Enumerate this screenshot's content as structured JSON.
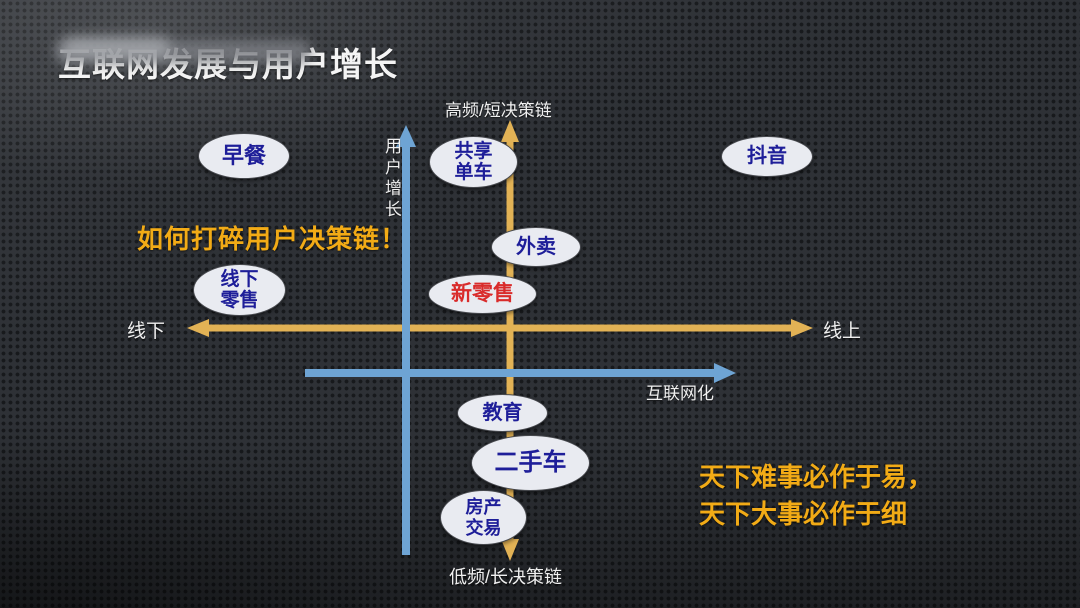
{
  "title": "互联网发展与用户增长",
  "axes": {
    "top": "高频/短决策链",
    "bottom": "低频/长决策链",
    "left": "线下",
    "right": "线上",
    "vertical": "用户增长",
    "internet": "互联网化"
  },
  "bubbles": {
    "breakfast": "早餐",
    "bike_sharing": "共享\n单车",
    "douyin": "抖音",
    "food_delivery": "外卖",
    "new_retail": "新零售",
    "offline_retail": "线下\n零售",
    "education": "教育",
    "used_cars": "二手车",
    "real_estate": "房产\n交易"
  },
  "annotations": {
    "question": "如何打碎用户决策链！",
    "quote_line1": "天下难事必作于易，",
    "quote_line2": "天下大事必作于细"
  },
  "colors": {
    "gold-arrow": "#e2b255",
    "blue-arrow": "#6ea4d4",
    "gold-text": "#f2ab16",
    "axis-text": "#f0f0f0",
    "bubble-fill": "#e9ebf1",
    "bubble-stroke": "#47494e",
    "bubble-text": "#1e1e99",
    "red-text": "#d92b2b"
  }
}
